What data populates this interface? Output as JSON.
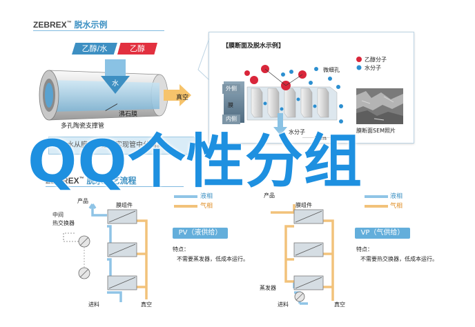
{
  "top": {
    "brand": "ZEBREX",
    "brand_mark": "™",
    "title_suffix": "脱水示例",
    "tag_ethanol_water": "乙醇/水",
    "tag_ethanol": "乙醇",
    "arrow_water": "水",
    "label_vacuum": "真空",
    "label_zeolite": "沸石膜",
    "label_tube": "多孔陶瓷支撑管",
    "banner": "水从膜中渗透，实现管中分离。"
  },
  "inset": {
    "title": "【膜断面及脱水示例】",
    "legend_ethanol": "乙醇分子",
    "legend_water": "水分子",
    "label_pore": "微细孔",
    "label_outer": "外侧",
    "label_membrane": "膜",
    "label_inner": "内侧",
    "label_water_molecule": "水分子",
    "label_sem": "膜断面SEM照片",
    "label_scale": "1μm",
    "colors": {
      "ethanol": "#d9263a",
      "water": "#2c8fd0"
    }
  },
  "process": {
    "brand": "ZEBREX",
    "brand_mark": "™",
    "title_suffix": "脱水工艺流程",
    "legend_liquid": "液相",
    "legend_gas": "气相",
    "left": {
      "product": "产品",
      "module": "膜组件",
      "intermediate_hx_1": "中间",
      "intermediate_hx_2": "热交换器",
      "feed": "进料",
      "vacuum": "真空",
      "pill": "PV（液供给）",
      "feature_title": "特点：",
      "feature_text": "不需要蒸发器，低成本运行。"
    },
    "right": {
      "product": "产品",
      "module": "膜组件",
      "evaporator": "蒸发器",
      "feed": "进料",
      "vacuum": "真空",
      "pill": "VP（气供给）",
      "feature_title": "特点：",
      "feature_text": "不需要热交换器，低成本运行。"
    },
    "colors": {
      "liquid": "#8fc4e6",
      "gas": "#f2c27a"
    }
  },
  "overlay": {
    "text": "QQ个性分组"
  }
}
